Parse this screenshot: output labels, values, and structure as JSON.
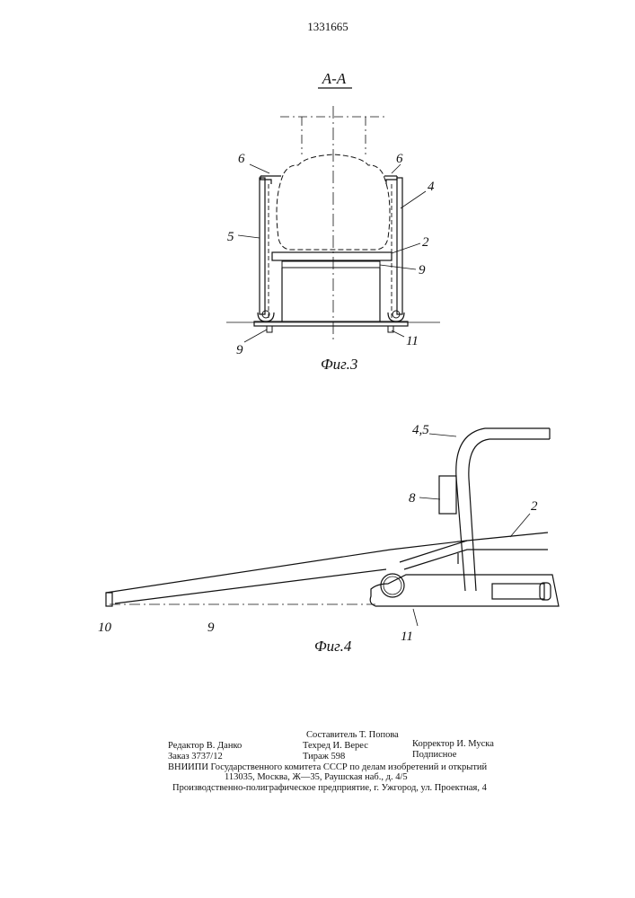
{
  "patent_number": "1331665",
  "fig3": {
    "section_label": "A-A",
    "caption": "Фиг.3",
    "labels": {
      "l6a": "6",
      "l6b": "6",
      "l4": "4",
      "l5": "5",
      "l2": "2",
      "l9a": "9",
      "l9b": "9",
      "l11": "11"
    }
  },
  "fig4": {
    "caption": "Фиг.4",
    "labels": {
      "l45": "4,5",
      "l8": "8",
      "l2": "2",
      "l10": "10",
      "l9": "9",
      "l11": "11"
    }
  },
  "footer": {
    "compiler": "Составитель Т. Попова",
    "editor": "Редактор В. Данко",
    "techred": "Техред И. Верес",
    "corrector": "Корректор И. Муска",
    "order": "Заказ 3737/12",
    "circulation": "Тираж 598",
    "subscription": "Подписное",
    "institute": "ВНИИПИ Государственного комитета СССР по делам изобретений и открытий",
    "address": "113035, Москва, Ж—35, Раушская наб., д. 4/5",
    "printer": "Производственно-полиграфическое предприятие, г. Ужгород, ул. Проектная, 4"
  }
}
